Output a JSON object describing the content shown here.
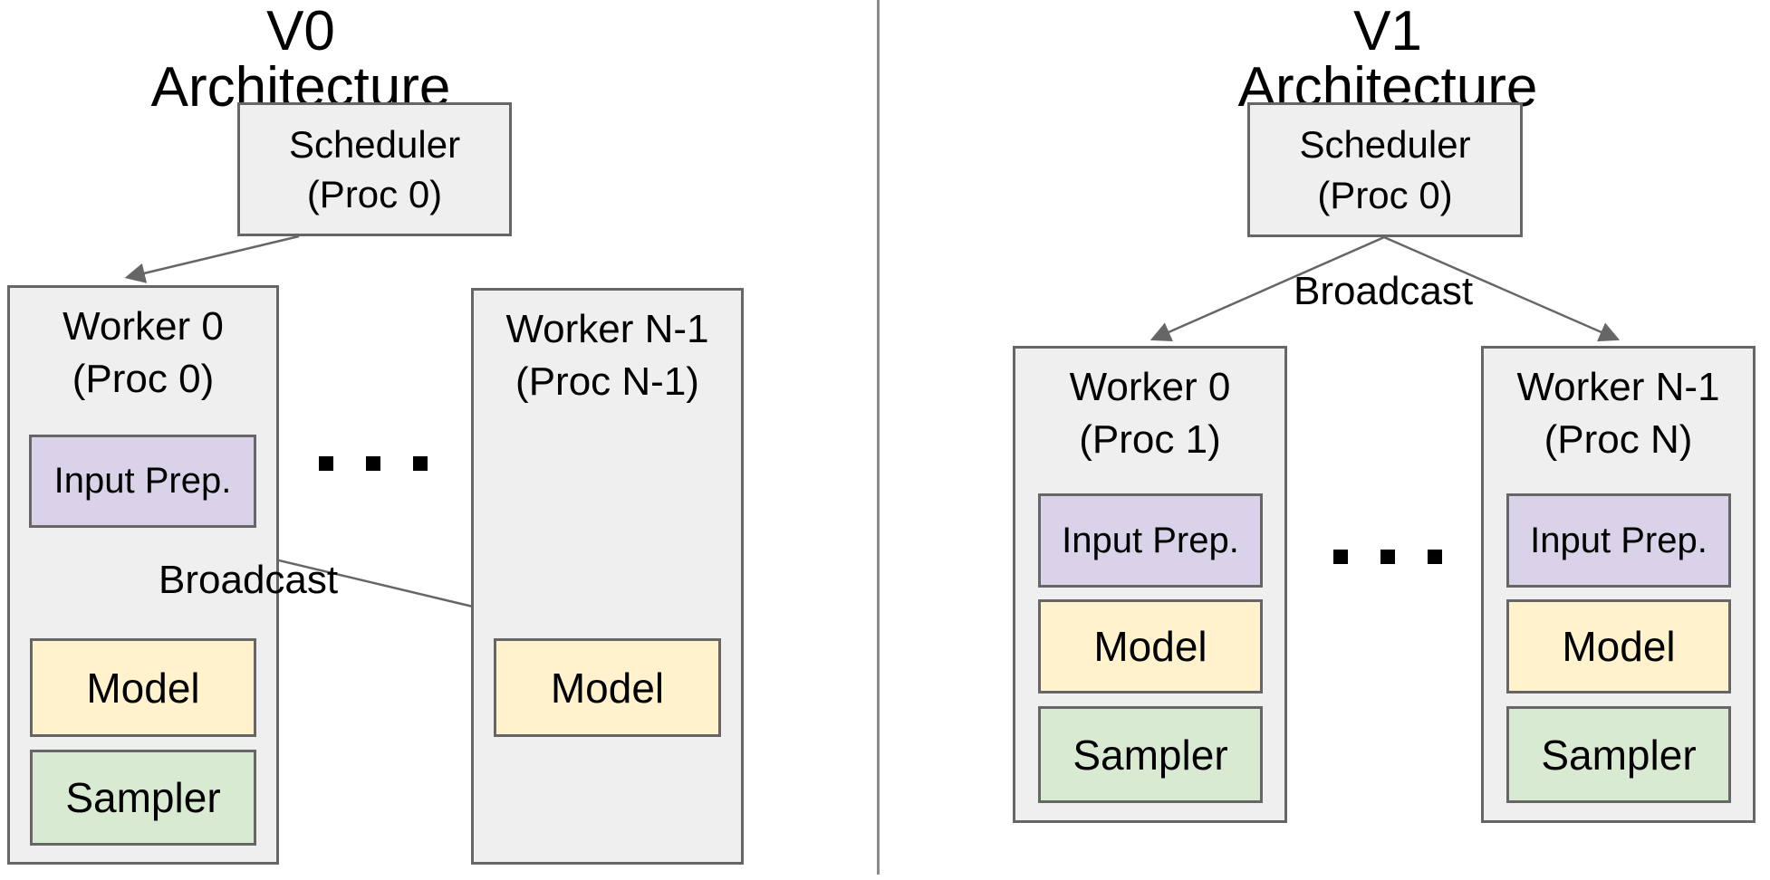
{
  "colors": {
    "box_fill": "#efefef",
    "box_border": "#666666",
    "input_prep_fill": "#d9d2e9",
    "model_fill": "#fff2cc",
    "sampler_fill": "#d9ead3",
    "arrow": "#666666",
    "divider": "#8a8a8a",
    "text": "#000000"
  },
  "v0": {
    "title": "V0 Architecture",
    "scheduler": {
      "line1": "Scheduler",
      "line2": "(Proc 0)"
    },
    "broadcast_label": "Broadcast",
    "dots": ". . .",
    "worker0": {
      "line1": "Worker 0",
      "line2": "(Proc 0)",
      "input_prep": "Input Prep.",
      "model": "Model",
      "sampler": "Sampler"
    },
    "workerN": {
      "line1": "Worker N-1",
      "line2": "(Proc N-1)",
      "model": "Model"
    }
  },
  "v1": {
    "title": "V1 Architecture",
    "scheduler": {
      "line1": "Scheduler",
      "line2": "(Proc 0)"
    },
    "broadcast_label": "Broadcast",
    "dots": ". . .",
    "worker0": {
      "line1": "Worker 0",
      "line2": "(Proc 1)",
      "input_prep": "Input Prep.",
      "model": "Model",
      "sampler": "Sampler"
    },
    "workerN": {
      "line1": "Worker N-1",
      "line2": "(Proc N)",
      "input_prep": "Input Prep.",
      "model": "Model",
      "sampler": "Sampler"
    }
  }
}
